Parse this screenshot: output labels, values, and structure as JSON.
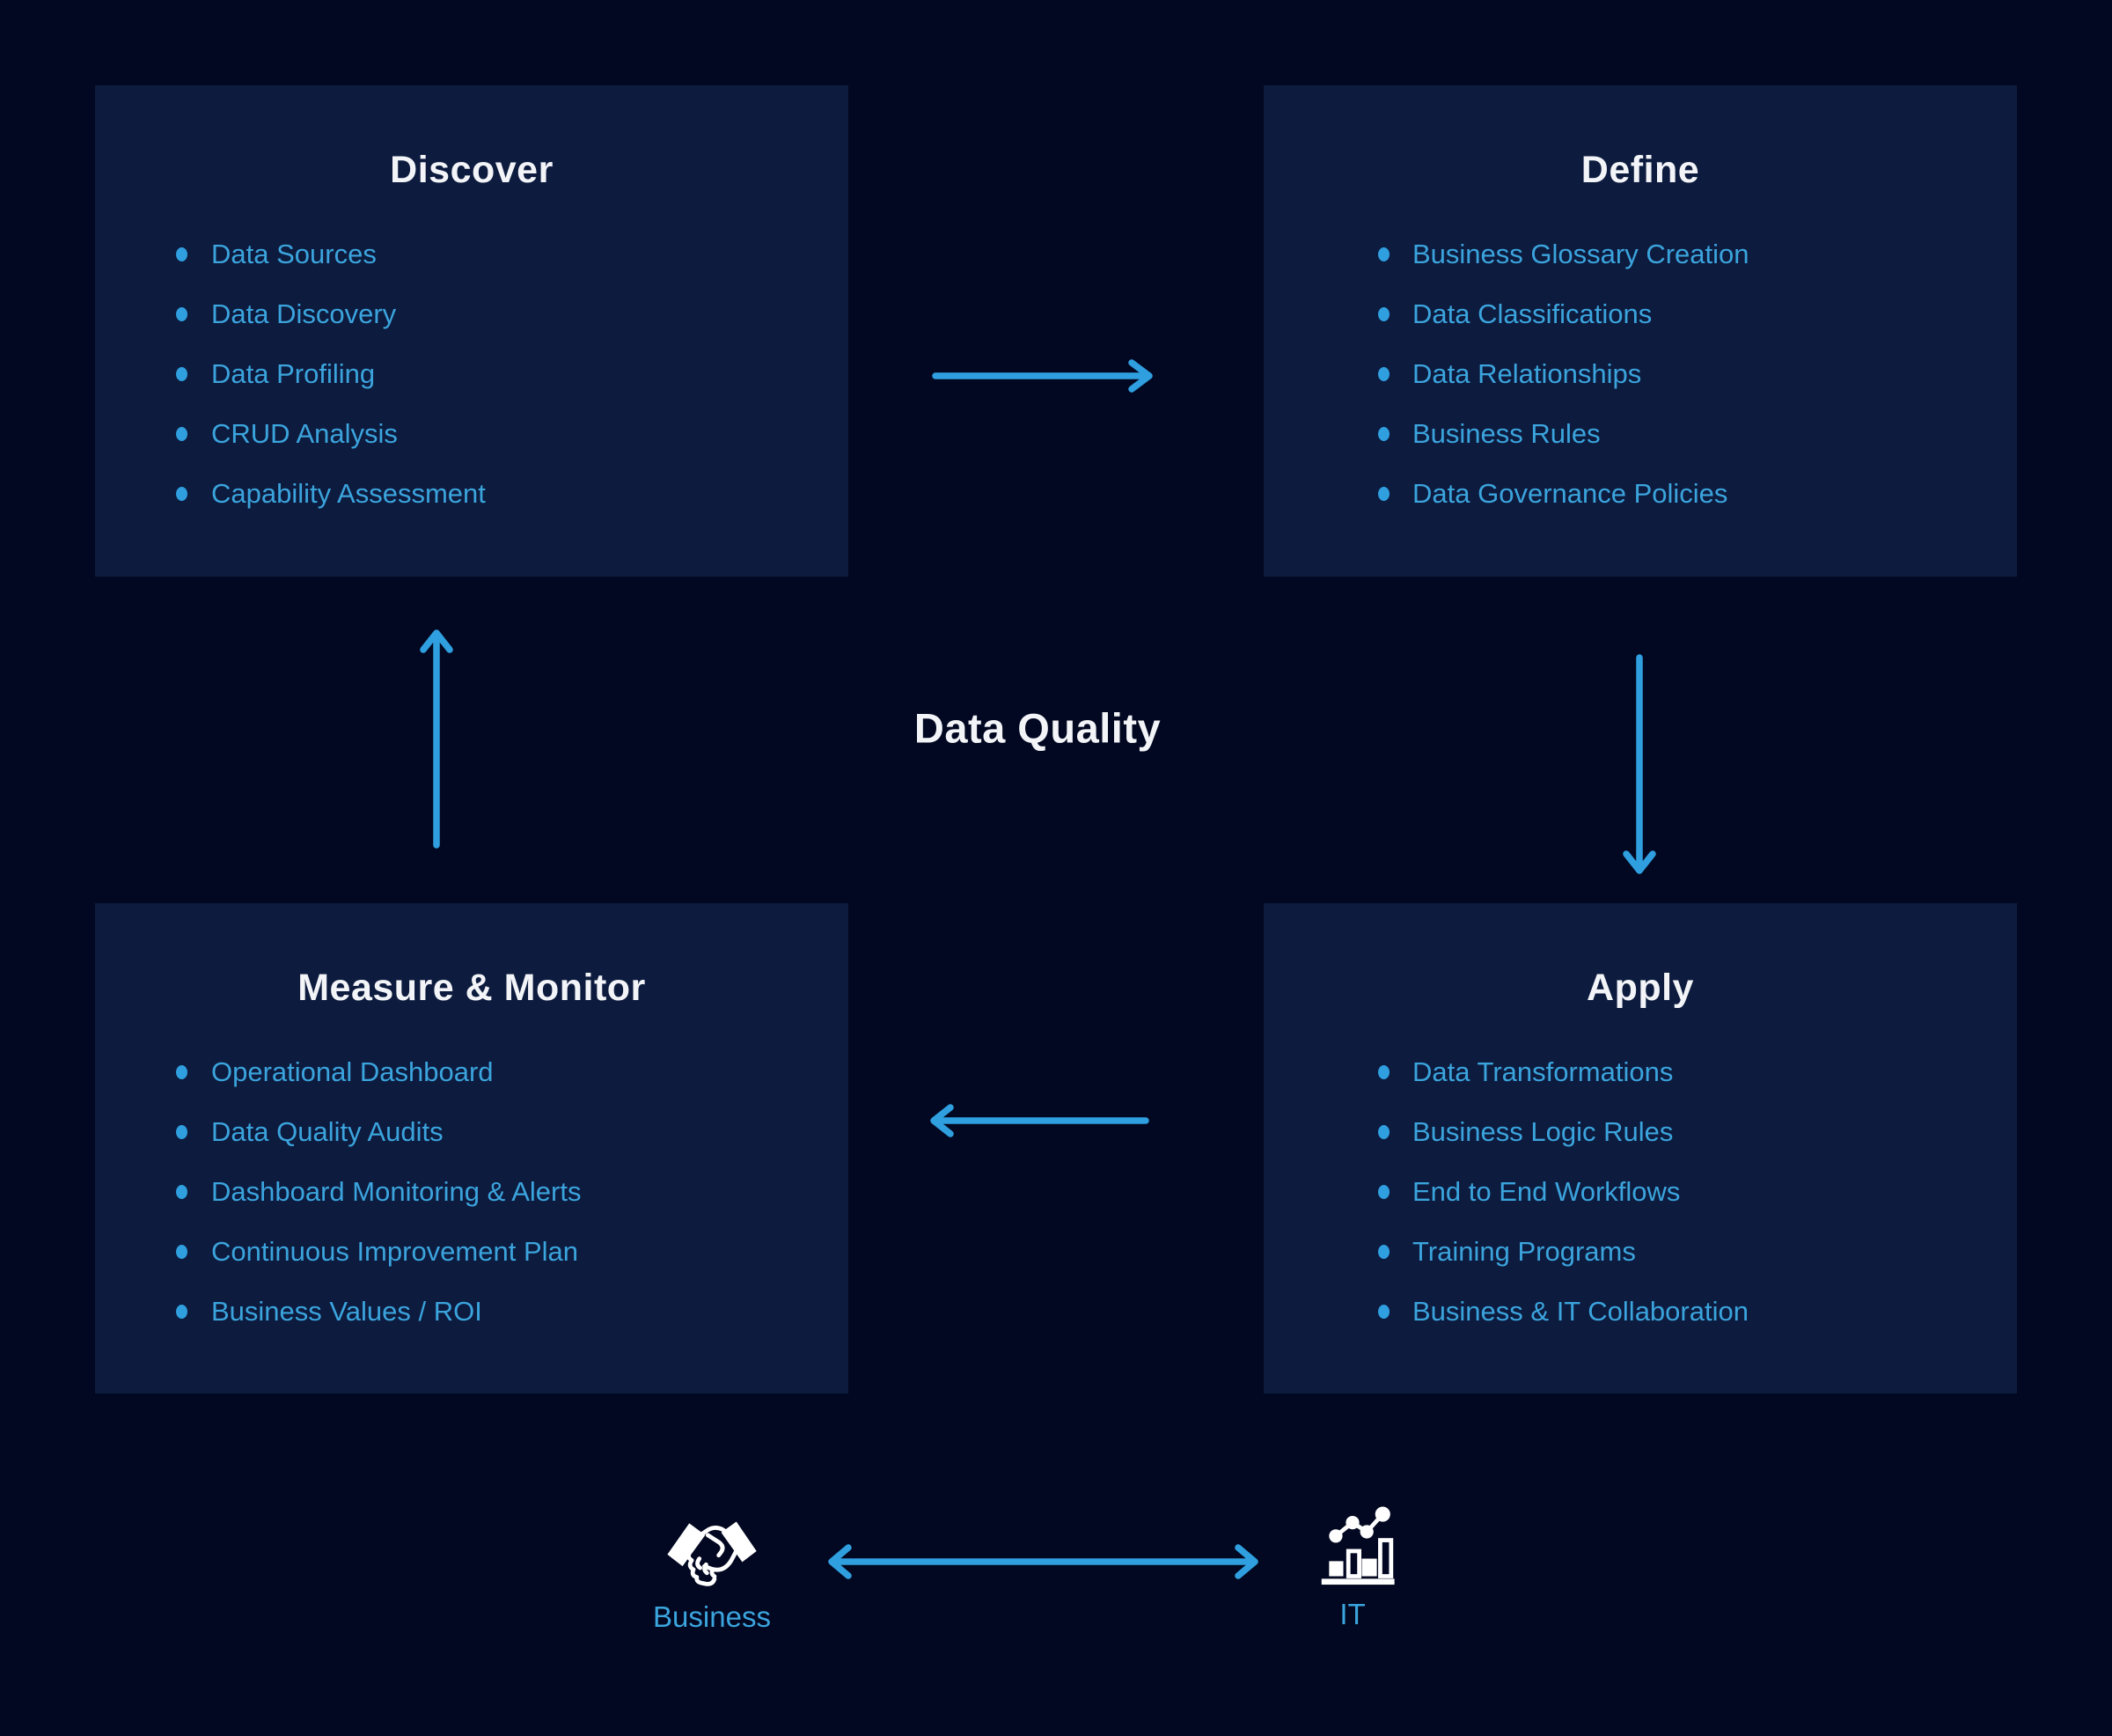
{
  "diagram": {
    "center_label": "Data Quality",
    "colors": {
      "background": "#020821",
      "box_fill": "#0d1b3e",
      "arrow_blue": "#2f9fe0",
      "item_text_blue": "#3ba4dd",
      "title_white": "#f2f4f8",
      "icon_white": "#ffffff"
    },
    "boxes": [
      {
        "id": "discover",
        "title": "Discover",
        "items": [
          "Data Sources",
          "Data Discovery",
          "Data Profiling",
          "CRUD Analysis",
          "Capability Assessment"
        ]
      },
      {
        "id": "define",
        "title": "Define",
        "items": [
          "Business Glossary Creation",
          "Data Classifications",
          "Data Relationships",
          "Business Rules",
          "Data Governance Policies"
        ]
      },
      {
        "id": "measure",
        "title": "Measure & Monitor",
        "items": [
          "Operational Dashboard",
          "Data Quality Audits",
          "Dashboard Monitoring & Alerts",
          "Continuous Improvement Plan",
          "Business Values / ROI"
        ]
      },
      {
        "id": "apply",
        "title": "Apply",
        "items": [
          "Data Transformations",
          "Business Logic Rules",
          "End to End Workflows",
          "Training Programs",
          "Business & IT Collaboration"
        ]
      }
    ],
    "arrows": [
      {
        "name": "discover-to-define",
        "direction": "right"
      },
      {
        "name": "define-to-apply",
        "direction": "down"
      },
      {
        "name": "apply-to-measure",
        "direction": "left"
      },
      {
        "name": "measure-to-discover",
        "direction": "up"
      },
      {
        "name": "business-it-exchange",
        "direction": "both"
      }
    ],
    "actors": [
      {
        "label": "Business",
        "icon": "handshake-icon"
      },
      {
        "label": "IT",
        "icon": "analytics-chart-icon"
      }
    ]
  }
}
